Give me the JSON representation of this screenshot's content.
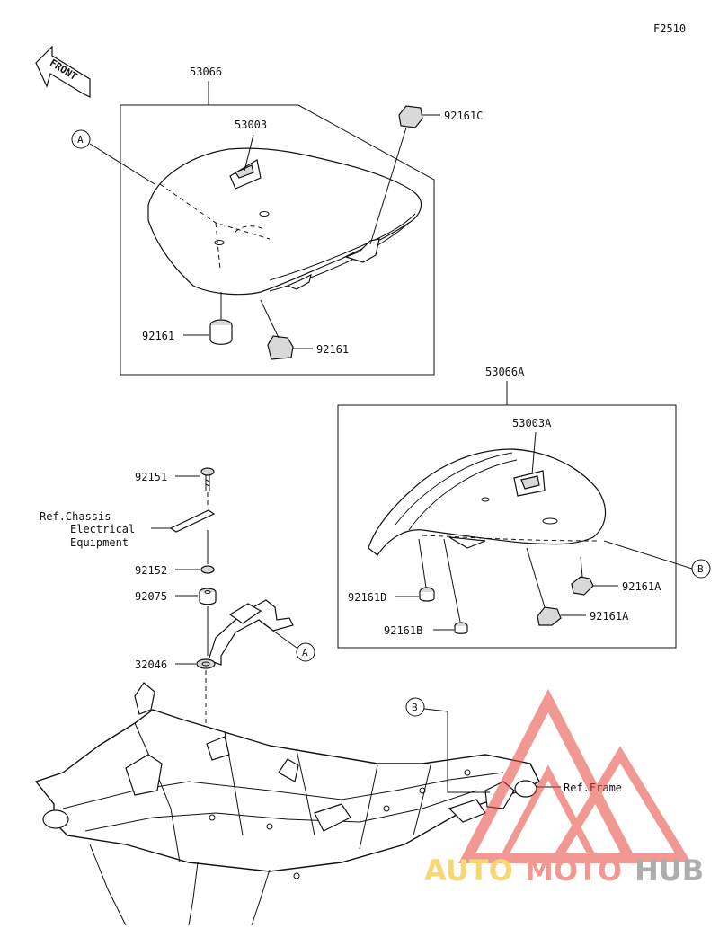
{
  "figure_code": "F2510",
  "front_label": "FRONT",
  "callouts": {
    "a": "A",
    "b": "B"
  },
  "parts": {
    "p53066": "53066",
    "p53003": "53003",
    "p92161C": "92161C",
    "p92161_left": "92161",
    "p92161_right": "92161",
    "p53066A": "53066A",
    "p53003A": "53003A",
    "p92161D": "92161D",
    "p92161B": "92161B",
    "p92161A_upper": "92161A",
    "p92161A_lower": "92161A",
    "p92151": "92151",
    "p92152": "92152",
    "p92075": "92075",
    "p32046": "32046"
  },
  "refs": {
    "chassis_line1": "Ref.Chassis",
    "chassis_line2": "Electrical",
    "chassis_line3": "Equipment",
    "frame": "Ref.Frame"
  },
  "watermark": {
    "part1": "AUTO",
    "part2": "MOTO",
    "part3": "HUB",
    "color_accent": "#e8453c",
    "color_gold": "#f2b705",
    "color_dark": "#6b6b6b"
  }
}
